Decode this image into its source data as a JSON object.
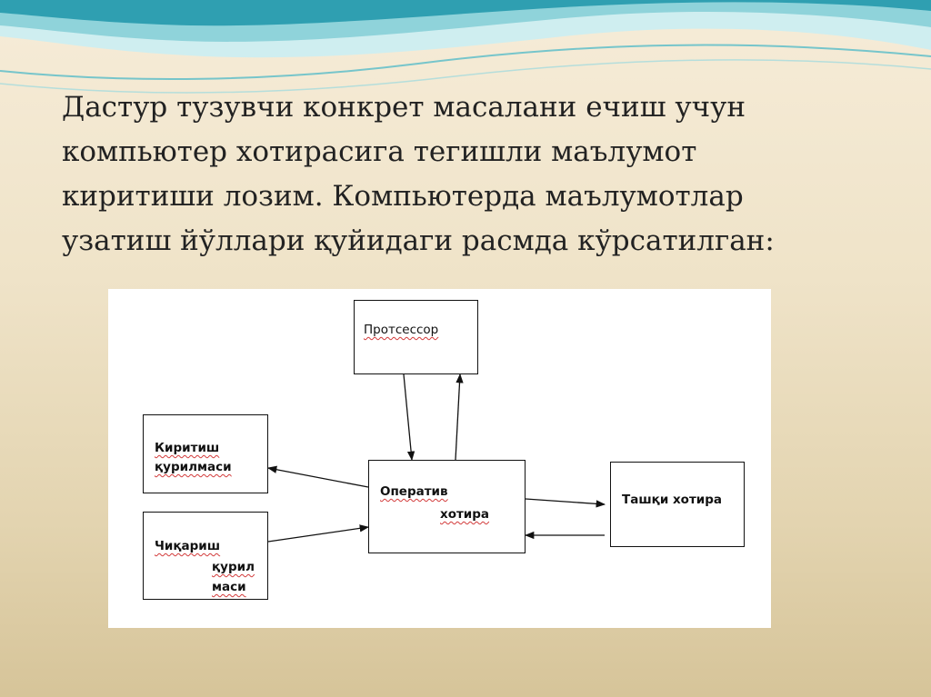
{
  "slide": {
    "text_lines": [
      " Дастур тузувчи конкрет масалани ечиш учун",
      "компьютер хотирасига тегишли маълумот",
      "киритиши лозим. Компьютерда маълумотлар",
      "узатиш йўллари қуйидаги расмда кўрсатилган:"
    ]
  },
  "diagram": {
    "processor": "Протсессор",
    "input_device": [
      "Киритиш",
      "қурилмаси"
    ],
    "output_device": [
      "Чиқариш",
      "қурил",
      "маси"
    ],
    "ram": [
      "Оператив",
      "хотира"
    ],
    "external_memory": "Ташқи хотира"
  },
  "colors": {
    "wave_dark": "#2f9fb1",
    "wave_light": "#bfe6ea",
    "spellcheck_underline": "#d23a3a"
  }
}
